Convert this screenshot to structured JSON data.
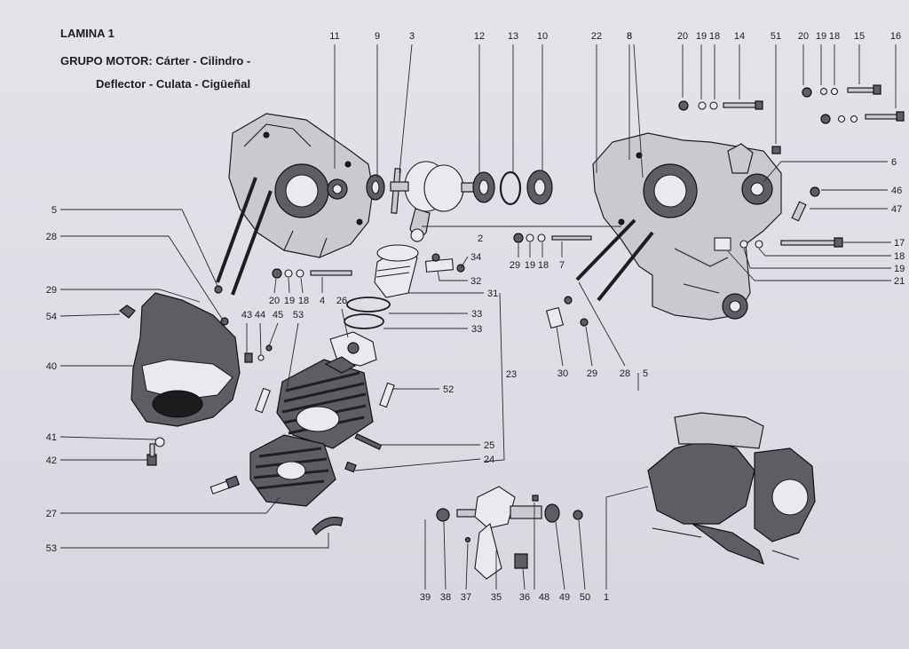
{
  "header": {
    "plate": "LAMINA 1",
    "group_line1": "GRUPO MOTOR: Cárter - Cilindro -",
    "group_line2": "Deflector - Culata - Cigüeñal"
  },
  "callouts": [
    "1",
    "2",
    "3",
    "4",
    "5",
    "6",
    "7",
    "8",
    "9",
    "10",
    "11",
    "12",
    "13",
    "14",
    "15",
    "16",
    "17",
    "18",
    "19",
    "20",
    "21",
    "22",
    "23",
    "24",
    "25",
    "26",
    "27",
    "28",
    "29",
    "30",
    "31",
    "32",
    "33",
    "34",
    "35",
    "36",
    "37",
    "38",
    "39",
    "40",
    "41",
    "42",
    "43",
    "44",
    "45",
    "46",
    "47",
    "48",
    "49",
    "50",
    "51",
    "52",
    "53",
    "54"
  ]
}
